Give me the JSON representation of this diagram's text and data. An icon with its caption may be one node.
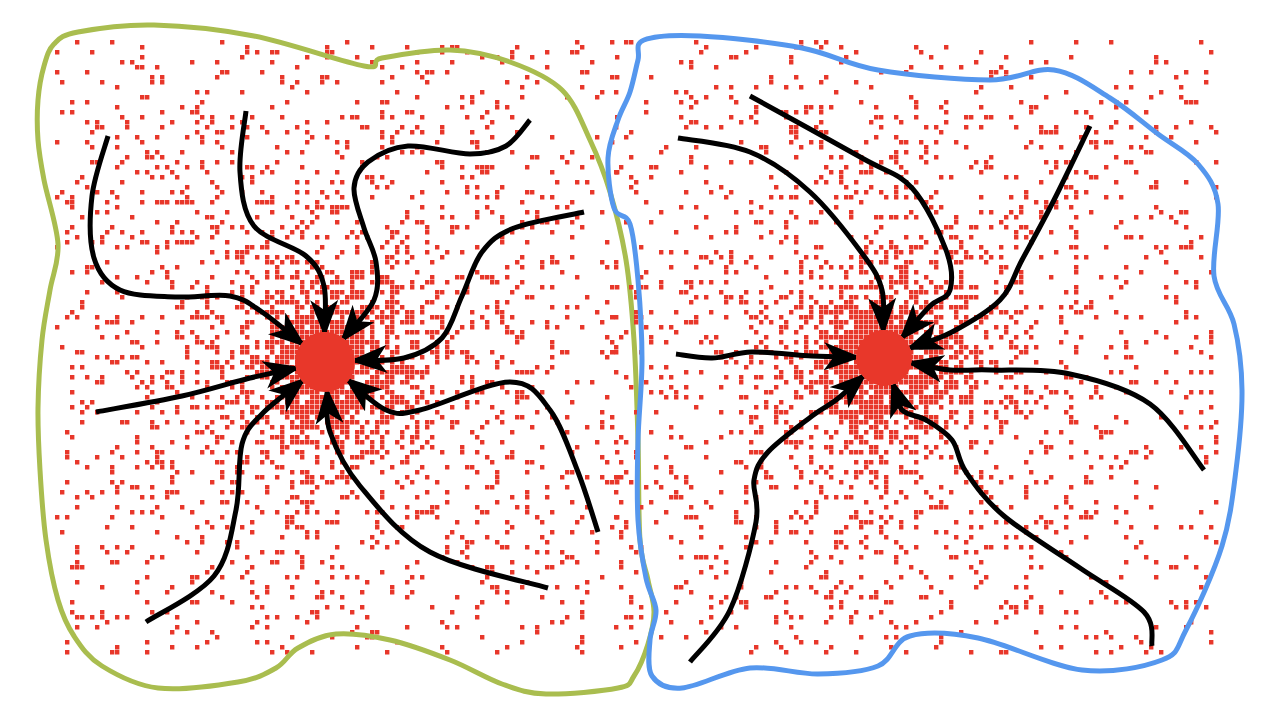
{
  "diagram": {
    "nodes": [
      {
        "text": [],
        "shape": "blob"
      },
      {
        "text": [],
        "shape": "circle",
        "in": 0
      },
      {
        "text": [],
        "shape": "blob"
      },
      {
        "text": [],
        "shape": "circle",
        "in": 2
      }
    ],
    "edges": [
      {
        "from": null,
        "to": 1,
        "arrow": "to"
      },
      {
        "from": null,
        "to": 1,
        "arrow": "to"
      },
      {
        "from": null,
        "to": 1,
        "arrow": "to"
      },
      {
        "from": null,
        "to": 1,
        "arrow": "to"
      },
      {
        "from": null,
        "to": 1,
        "arrow": "to"
      },
      {
        "from": null,
        "to": 1,
        "arrow": "to"
      },
      {
        "from": null,
        "to": 1,
        "arrow": "to"
      },
      {
        "from": null,
        "to": 1,
        "arrow": "to"
      },
      {
        "from": null,
        "to": 3,
        "arrow": "to"
      },
      {
        "from": null,
        "to": 3,
        "arrow": "to"
      },
      {
        "from": null,
        "to": 3,
        "arrow": "to"
      },
      {
        "from": null,
        "to": 3,
        "arrow": "to"
      },
      {
        "from": null,
        "to": 3,
        "arrow": "to"
      },
      {
        "from": null,
        "to": 3,
        "arrow": "to"
      },
      {
        "from": null,
        "to": 3,
        "arrow": "to"
      }
    ]
  }
}
